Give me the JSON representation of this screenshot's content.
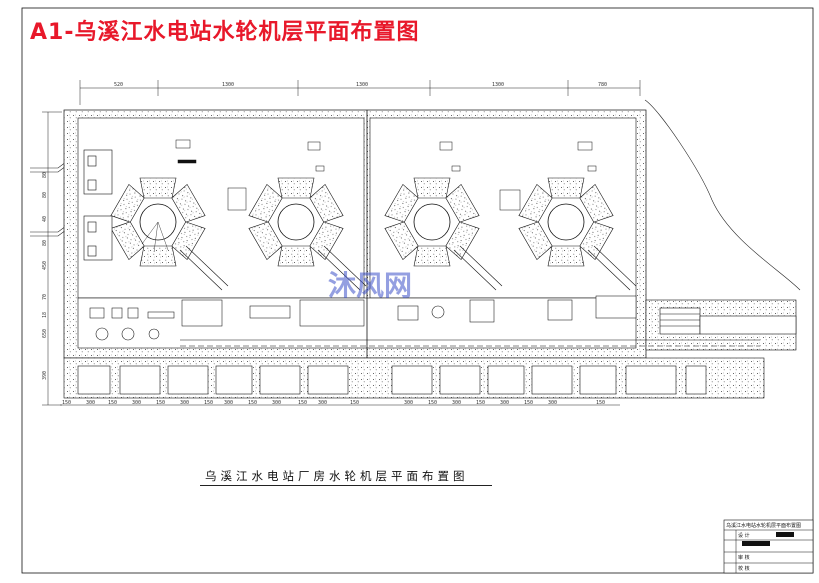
{
  "drawing": {
    "title": "A1-乌溪江水电站水轮机层平面布置图",
    "caption": "乌溪江水电站厂房水轮机层平面布置图",
    "watermark": "沐风网",
    "top_dimensions": [
      "520",
      "1300",
      "1300",
      "1300",
      "780"
    ],
    "left_dimensions": [
      "80",
      "80",
      "40",
      "80",
      "450",
      "70",
      "18",
      "650",
      "390"
    ],
    "bottom_dimensions": [
      "150",
      "300",
      "150",
      "300",
      "150",
      "300",
      "150",
      "300",
      "150",
      "300",
      "150",
      "300",
      "150",
      "300",
      "150",
      "300",
      "150",
      "300",
      "150",
      "300",
      "150"
    ],
    "title_block": {
      "heading": "乌溪江水电站水轮机层平面布置图",
      "row_labels": [
        "设 计",
        "审 核",
        "校 核"
      ]
    },
    "colors": {
      "title": "#e8182a",
      "line": "#111111",
      "watermark": "#3c50c8"
    }
  }
}
